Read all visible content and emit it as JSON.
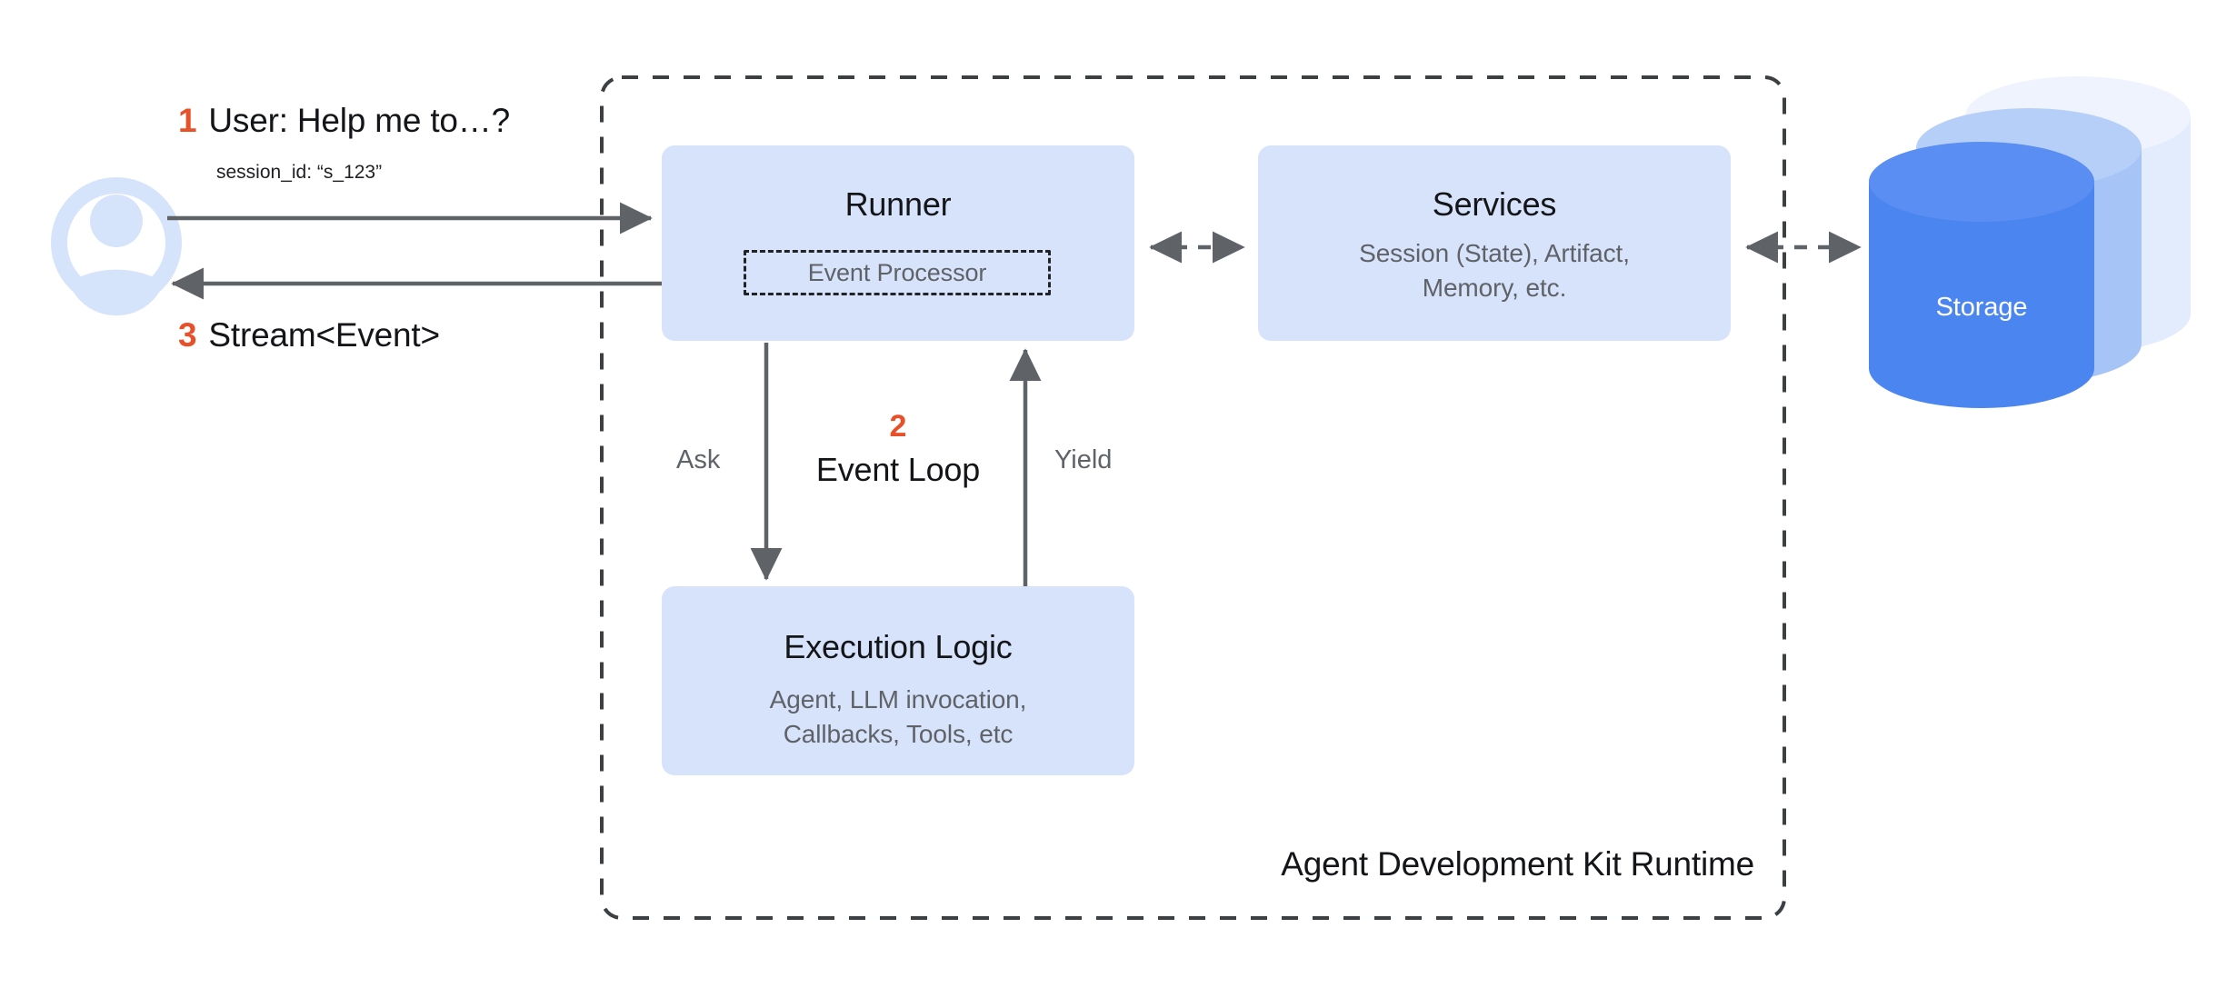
{
  "diagram": {
    "title": "Agent Development Kit Runtime",
    "colors": {
      "accent_orange": "#e8502a",
      "box_fill": "#d7e3fb",
      "arrow": "#5f6368",
      "storage_front": "#4b85f0",
      "storage_mid": "#a6c4f6",
      "storage_back": "#e3ecfd",
      "avatar": "#d6e4fb",
      "text_primary": "#141518",
      "text_secondary": "#5f6368"
    }
  },
  "user": {
    "icon": "user-avatar-icon",
    "step_number": "1",
    "message": "User: Help me to…?",
    "session_id": "session_id: “s_123”",
    "response_step_number": "3",
    "response": "Stream<Event>"
  },
  "nodes": {
    "runner": {
      "title": "Runner",
      "inner": {
        "label": "Event Processor"
      }
    },
    "services": {
      "title": "Services",
      "subtitle_line1": "Session (State), Artifact,",
      "subtitle_line2": "Memory, etc."
    },
    "execution_logic": {
      "title": "Execution Logic",
      "subtitle_line1": "Agent, LLM invocation,",
      "subtitle_line2": "Callbacks, Tools, etc"
    },
    "storage": {
      "label": "Storage",
      "icon": "database-cylinder-icon"
    }
  },
  "event_loop": {
    "step_number": "2",
    "label": "Event Loop",
    "ask_label": "Ask",
    "yield_label": "Yield"
  },
  "container": {
    "caption": "Agent Development Kit Runtime"
  }
}
